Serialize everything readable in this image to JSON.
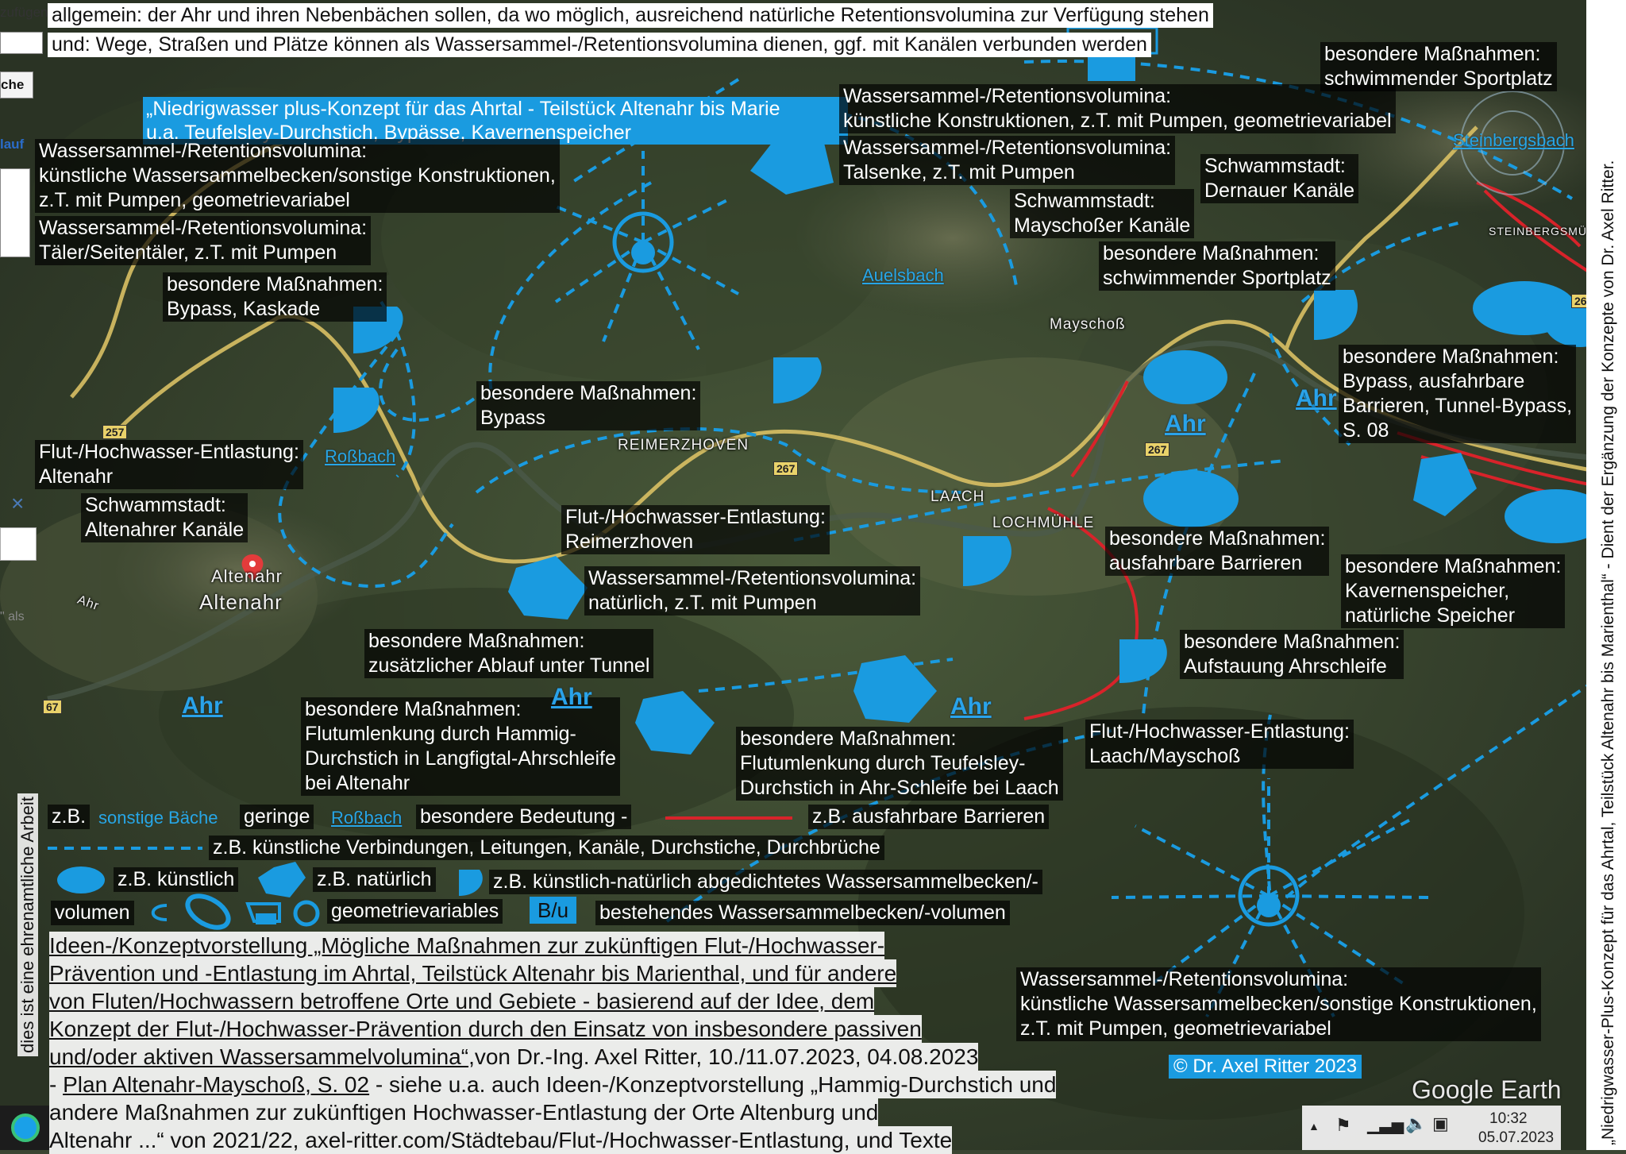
{
  "header": {
    "line1": "allgemein: der Ahr und ihren Nebenbächen sollen, da wo möglich, ausreichend natürliche Retentionsvolumina zur Verfügung stehen",
    "line2": "und: Wege, Straßen und Plätze können als Wassersammel-/Retentionsvolumina dienen, ggf. mit Kanälen verbunden werden"
  },
  "title_box": {
    "line1": "„Niedrigwasser plus-Konzept für das Ahrtal - Teilstück Altenahr bis Marie",
    "line2": "u.a. Teufelsley-Durchstich, Bypässe, Kavernenspeicher"
  },
  "labels": {
    "l1": "Wassersammel-/Retentionsvolumina:\nkünstliche Wassersammelbecken/sonstige Konstruktionen,\nz.T. mit Pumpen, geometrievariabel",
    "l2": "Wassersammel-/Retentionsvolumina:\nTäler/Seitentäler, z.T. mit Pumpen",
    "l3": "besondere Maßnahmen:\nBypass, Kaskade",
    "l4": "Flut-/Hochwasser-Entlastung:\nAltenahr",
    "l5": "Schwammstadt:\nAltenahrer Kanäle",
    "l6": "besondere Maßnahmen:\nBypass",
    "l7": "Wassersammel-/Retentionsvolumina:\nkünstliche Konstruktionen, z.T. mit Pumpen, geometrievariabel",
    "l8": "Wassersammel-/Retentionsvolumina:\nTalsenke, z.T. mit Pumpen",
    "l9": "Schwammstadt:\nMayschoßer Kanäle",
    "l10": "Schwammstadt:\nDernauer Kanäle",
    "l11": "besondere Maßnahmen:\nschwimmender Sportplatz",
    "l12": "besondere Maßnahmen:\nschwimmender Sportplatz",
    "l13": "besondere Maßnahmen:\nBypass, ausfahrbare\nBarrieren, Tunnel-Bypass,\nS. 08",
    "l14": "Flut-/Hochwasser-Entlastung:\nReimerzhoven",
    "l15": "Wassersammel-/Retentionsvolumina:\nnatürlich, z.T. mit Pumpen",
    "l16": "besondere Maßnahmen:\nausfahrbare Barrieren",
    "l17": "besondere Maßnahmen:\nKavernenspeicher,\nnatürliche Speicher",
    "l18": "besondere Maßnahmen:\nzusätzlicher Ablauf unter Tunnel",
    "l19": "besondere Maßnahmen:\nAufstauung Ahrschleife",
    "l20": "besondere Maßnahmen:\nFlutumlenkung durch Hammig-\nDurchstich in Langfigtal-Ahrschleife\nbei Altenahr",
    "l21": "besondere Maßnahmen:\nFlutumlenkung durch Teufelsley-\nDurchstich in Ahr-Schleife bei Laach",
    "l22": "Flut-/Hochwasser-Entlastung:\nLaach/Mayschoß",
    "l23": "Wassersammel-/Retentionsvolumina:\nkünstliche Wassersammelbecken/sonstige Konstruktionen,\nz.T. mit Pumpen, geometrievariabel"
  },
  "places": {
    "reimerzhoven": "REIMERZHOVEN",
    "laach": "LAACH",
    "lochmuehle": "LOCHMÜHLE",
    "mayschoss": "Mayschoß",
    "steinbergsmuehle": "STEINBERGSMÜ",
    "altenahr_pin": "Altenahr",
    "altenahr": "Altenahr",
    "ahr_small": "Ahr"
  },
  "streams": {
    "auelsbach": "Auelsbach",
    "rossbach": "Roßbach",
    "steinbergsbach": "Steinbergsbach"
  },
  "river_labels": [
    "Ahr",
    "Ahr",
    "Ahr",
    "Ahr",
    "Ahr",
    "Ahr"
  ],
  "roads": [
    "257",
    "267",
    "267",
    "67",
    "26"
  ],
  "legend": {
    "zb": "z.B.",
    "sonstige_baeche": "sonstige Bäche",
    "geringe": "geringe",
    "rossbach": "Roßbach",
    "besondere": "besondere Bedeutung -",
    "barrier": "z.B. ausfahrbare Barrieren",
    "connections": "z.B. künstliche Verbindungen, Leitungen, Kanäle, Durchstiche, Durchbrüche",
    "kuenstlich": "z.B. künstlich",
    "natuerlich": "z.B. natürlich",
    "sealed": "z.B. künstlich-natürlich abgedichtetes Wassersammelbecken/-",
    "volumen": "volumen",
    "geometrievariabel": "geometrievariables",
    "bu": "B/u",
    "bestehend": "bestehendes Wassersammelbecken/-volumen"
  },
  "caption": {
    "line1": "Ideen-/Konzeptvorstellung „Mögliche Maßnahmen zur zukünftigen Flut-/Hochwasser-",
    "line2": "Prävention und -Entlastung im Ahrtal, Teilstück Altenahr bis Marienthal, und für andere",
    "line3": "von Fluten/Hochwassern betroffene Orte und Gebiete - basierend auf der Idee, dem",
    "line4": "Konzept der Flut-/Hochwasser-Prävention durch den Einsatz von insbesondere passiven",
    "line5a": "und/oder aktiven Wassersammelvolumina“",
    "line5b": ",von Dr.-Ing. Axel Ritter, 10./11.07.2023, 04.08.2023",
    "line6a": "- ",
    "line6b": "Plan Altenahr-Mayschoß, S. 02",
    "line6c": " - siehe u.a. auch Ideen-/Konzeptvorstellung „Hammig-Durchstich und",
    "line7": "andere Maßnahmen zur zukünftigen Hochwasser-Entlastung der Orte Altenburg und",
    "line8": "Altenahr ...“ von 2021/22, axel-ritter.com/Städtebau/Flut-/Hochwasser-Entlastung, und Texte"
  },
  "copyright": "© Dr. Axel Ritter 2023",
  "google_earth": "Google Earth",
  "left_vertical": "dies ist eine ehrenamtliche Arbeit",
  "right_vertical": "„Niedrigwasser-Plus-Konzept für das Ahrtal, Teilstück Altenahr bis Marienthal“ - Dient der Ergänzung der Konzepte von Dr. Axel Ritter.",
  "left_panel": {
    "zufuegen": "zufügen",
    "suche": "che",
    "verlauf": "lauf",
    "close": "×",
    "als": "\" als"
  },
  "taskbar": {
    "time": "10:32",
    "date": "05.07.2023"
  },
  "colors": {
    "accent_blue": "#1a9be0",
    "barrier_red": "#d8232a",
    "label_bg": "#000000"
  }
}
